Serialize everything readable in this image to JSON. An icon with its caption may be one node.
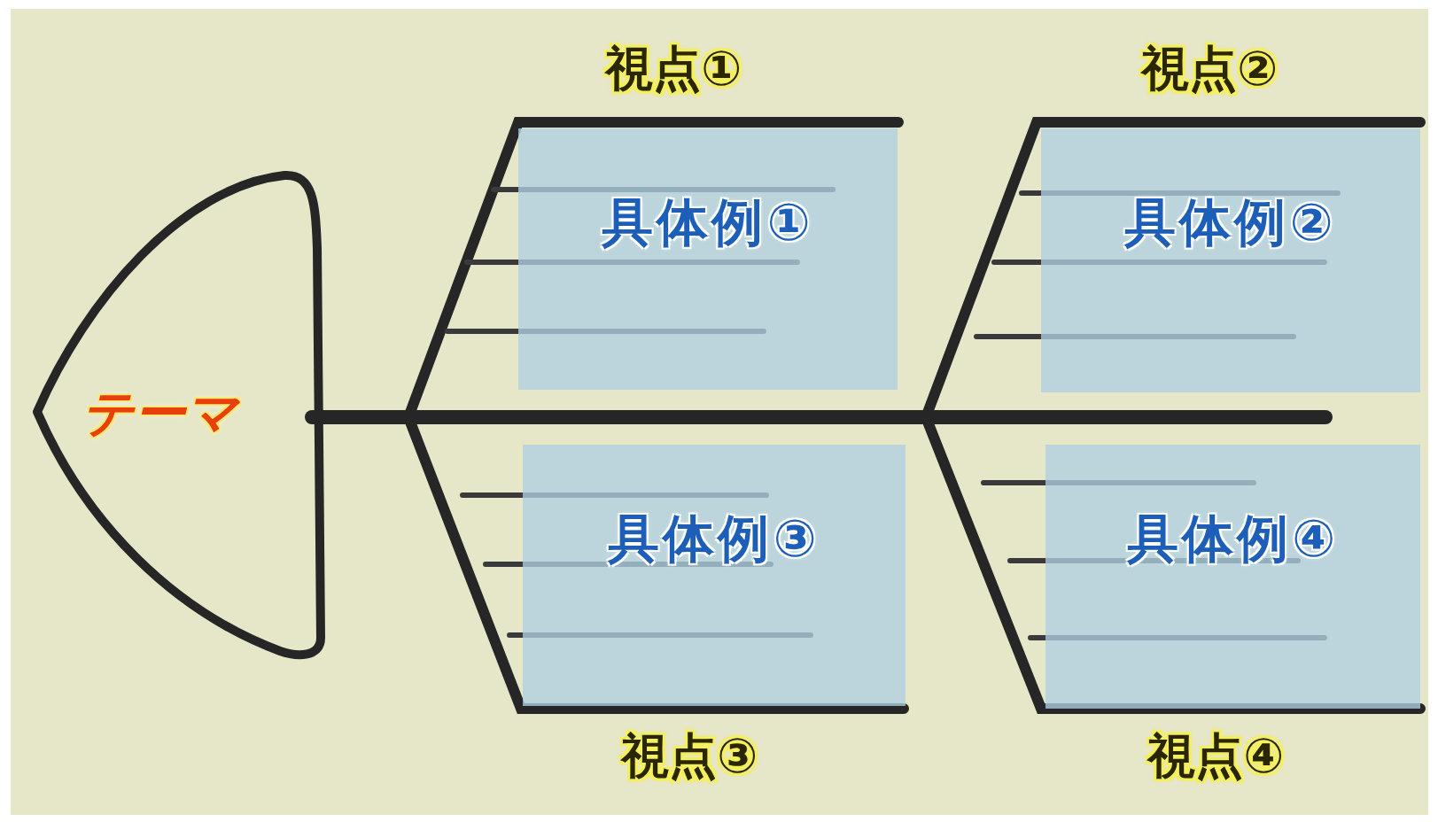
{
  "diagram": {
    "nodes": [
      {
        "text": [
          "テーマ"
        ]
      },
      {
        "text": [
          "具体例①"
        ]
      },
      {
        "text": [
          "具体例②"
        ]
      },
      {
        "text": [
          "具体例③"
        ]
      },
      {
        "text": [
          "具体例④"
        ]
      }
    ],
    "labels": [
      "視点①",
      "視点②",
      "視点③",
      "視点④"
    ]
  }
}
